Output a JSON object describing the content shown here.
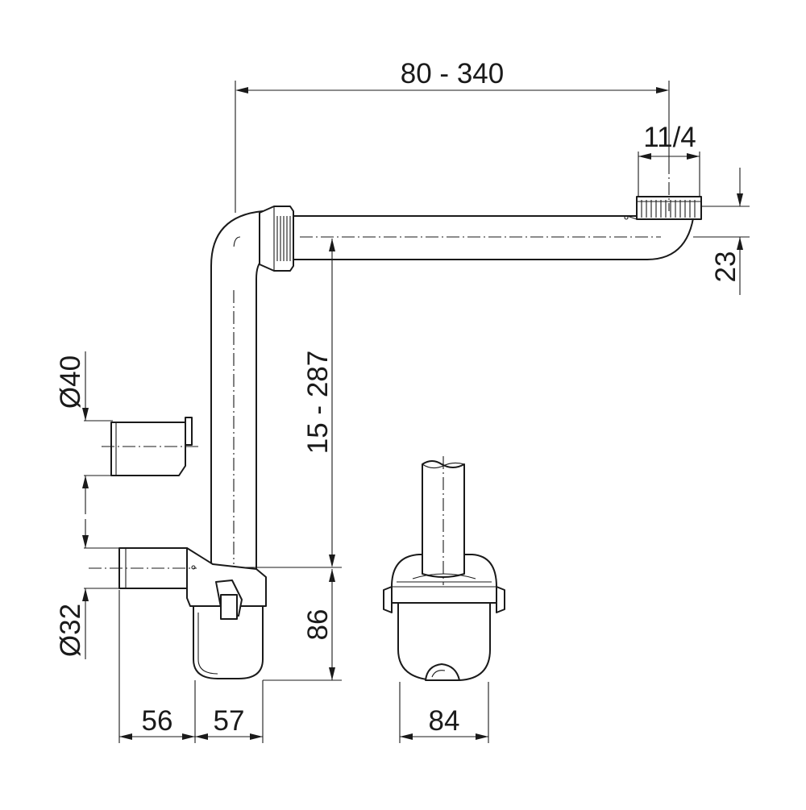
{
  "dimensions": {
    "horizontal_length": "80 - 340",
    "thread_size": "11/4",
    "outlet_offset": "23",
    "vertical_height": "15 - 287",
    "diameter_upper": "Ø40",
    "diameter_lower": "Ø32",
    "trap_height": "86",
    "spigot_length": "56",
    "trap_depth": "57",
    "trap_width": "84"
  },
  "colors": {
    "line": "#1a1a1a",
    "background": "#ffffff"
  }
}
